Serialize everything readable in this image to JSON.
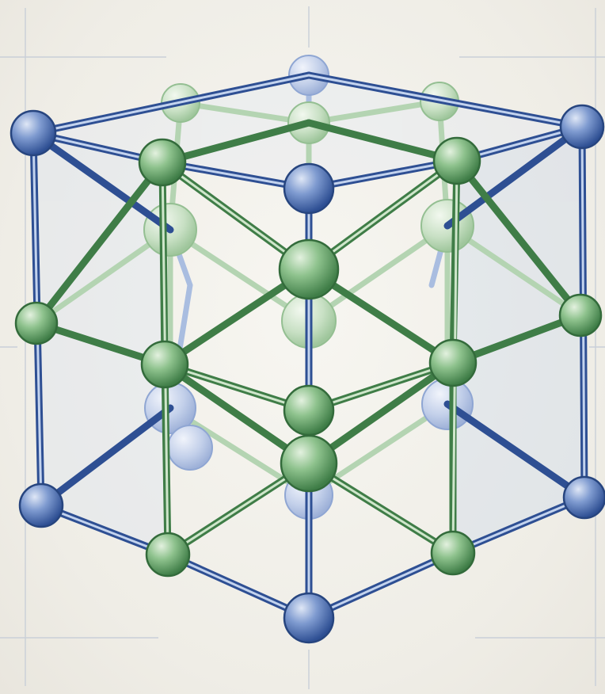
{
  "colors": {
    "paper": "#f2f0ea",
    "guide_line": "#c9cfd8",
    "blue_bond": "#3f67b1",
    "blue_bond_light": "#a9bde0",
    "green_bond": "#5f9c63",
    "green_bond_light": "#b4d4b2",
    "blue_atom": "#4a6fb5",
    "green_atom": "#5a9a62",
    "face_fill": "#c9d6ec"
  },
  "diagram": {
    "subject": "hexagonal-prism-crystal-lattice",
    "atom_types": [
      "blue-atom",
      "green-atom"
    ]
  }
}
